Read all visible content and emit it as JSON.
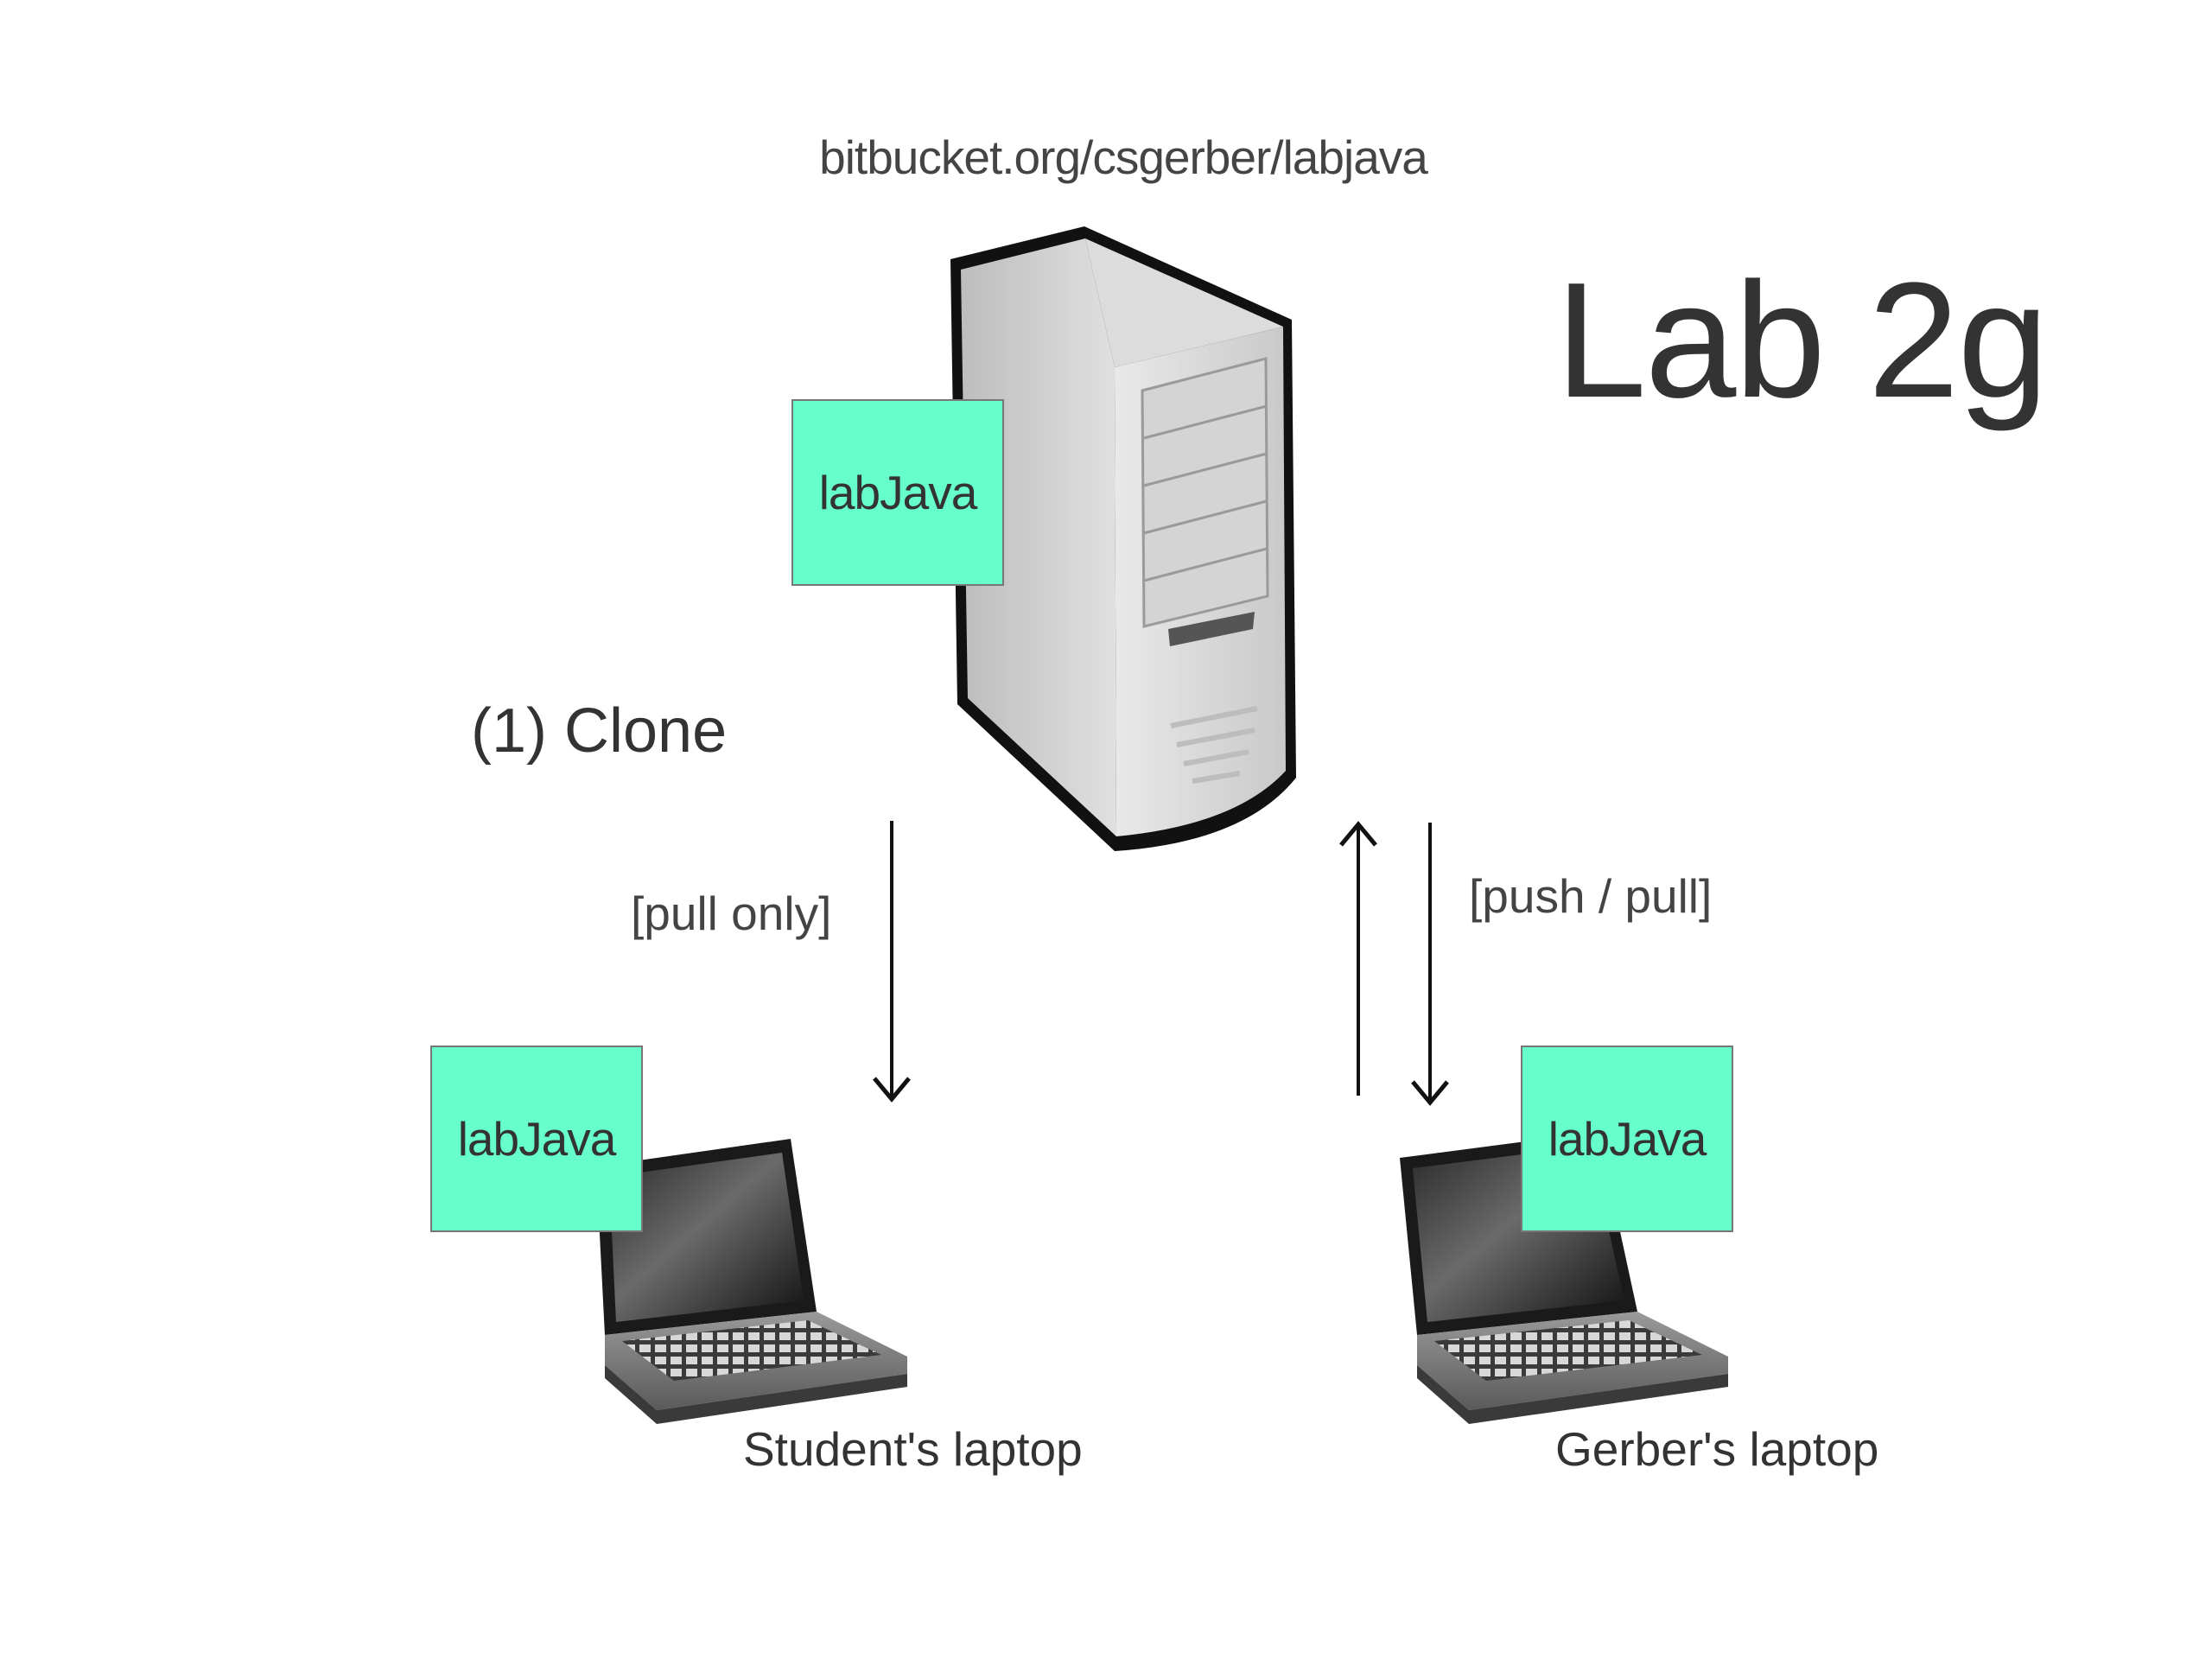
{
  "diagram": {
    "title": "Lab 2g",
    "server_url": "bitbucket.org/csgerber/labjava",
    "step_label": "(1) Clone",
    "arrows": {
      "student": "[pull only]",
      "gerber": "[push / pull]"
    },
    "repos": {
      "server": "labJava",
      "student": "labJava",
      "gerber": "labJava"
    },
    "laptops": {
      "student": "Student's laptop",
      "gerber": "Gerber's laptop"
    },
    "colors": {
      "repo_fill": "#66ffcc",
      "text": "#333333"
    },
    "icons": [
      "server-icon",
      "laptop-icon",
      "arrow-down-icon",
      "arrow-up-icon"
    ]
  }
}
